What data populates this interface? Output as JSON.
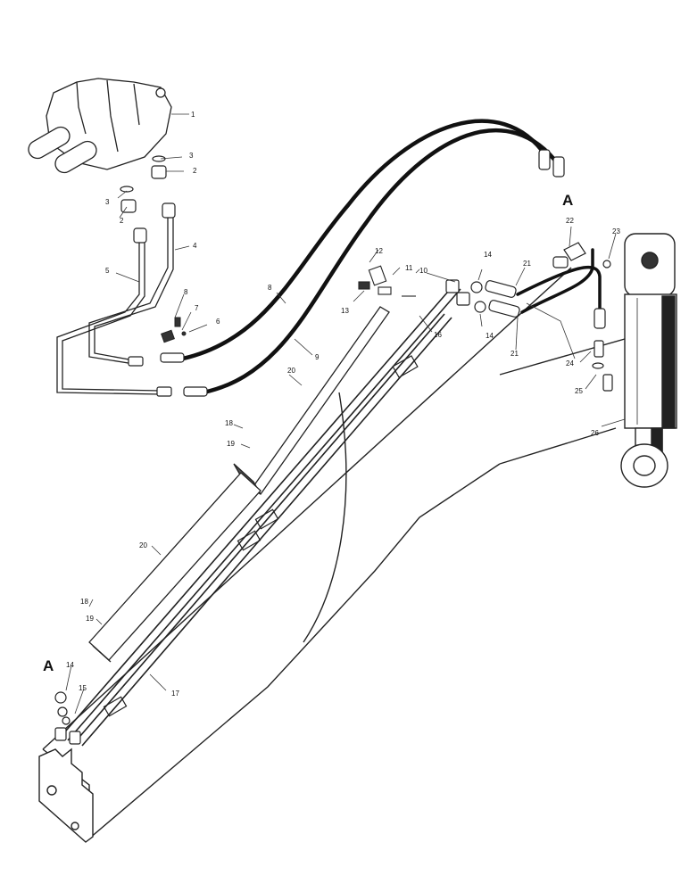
{
  "callouts": [
    {
      "id": "c1",
      "text": "1"
    },
    {
      "id": "c2a",
      "text": "2"
    },
    {
      "id": "c2b",
      "text": "2"
    },
    {
      "id": "c3a",
      "text": "3"
    },
    {
      "id": "c3b",
      "text": "3"
    },
    {
      "id": "c4",
      "text": "4"
    },
    {
      "id": "c5",
      "text": "5"
    },
    {
      "id": "c6",
      "text": "6"
    },
    {
      "id": "c7",
      "text": "7"
    },
    {
      "id": "c8a",
      "text": "8"
    },
    {
      "id": "c8b",
      "text": "8"
    },
    {
      "id": "c9",
      "text": "9"
    },
    {
      "id": "c10",
      "text": "10"
    },
    {
      "id": "c11",
      "text": "11"
    },
    {
      "id": "c12",
      "text": "12"
    },
    {
      "id": "c13",
      "text": "13"
    },
    {
      "id": "c14a",
      "text": "14"
    },
    {
      "id": "c14b",
      "text": "14"
    },
    {
      "id": "c14c",
      "text": "14"
    },
    {
      "id": "c15",
      "text": "15"
    },
    {
      "id": "c16",
      "text": "16"
    },
    {
      "id": "c17",
      "text": "17"
    },
    {
      "id": "c18a",
      "text": "18"
    },
    {
      "id": "c18b",
      "text": "18"
    },
    {
      "id": "c19a",
      "text": "19"
    },
    {
      "id": "c19b",
      "text": "19"
    },
    {
      "id": "c20a",
      "text": "20"
    },
    {
      "id": "c20b",
      "text": "20"
    },
    {
      "id": "c21a",
      "text": "21"
    },
    {
      "id": "c21b",
      "text": "21"
    },
    {
      "id": "c22",
      "text": "22"
    },
    {
      "id": "c23",
      "text": "23"
    },
    {
      "id": "c24",
      "text": "24"
    },
    {
      "id": "c25",
      "text": "25"
    },
    {
      "id": "c26",
      "text": "26"
    }
  ],
  "section_markers": [
    {
      "id": "a1",
      "text": "A"
    },
    {
      "id": "a2",
      "text": "A"
    }
  ]
}
